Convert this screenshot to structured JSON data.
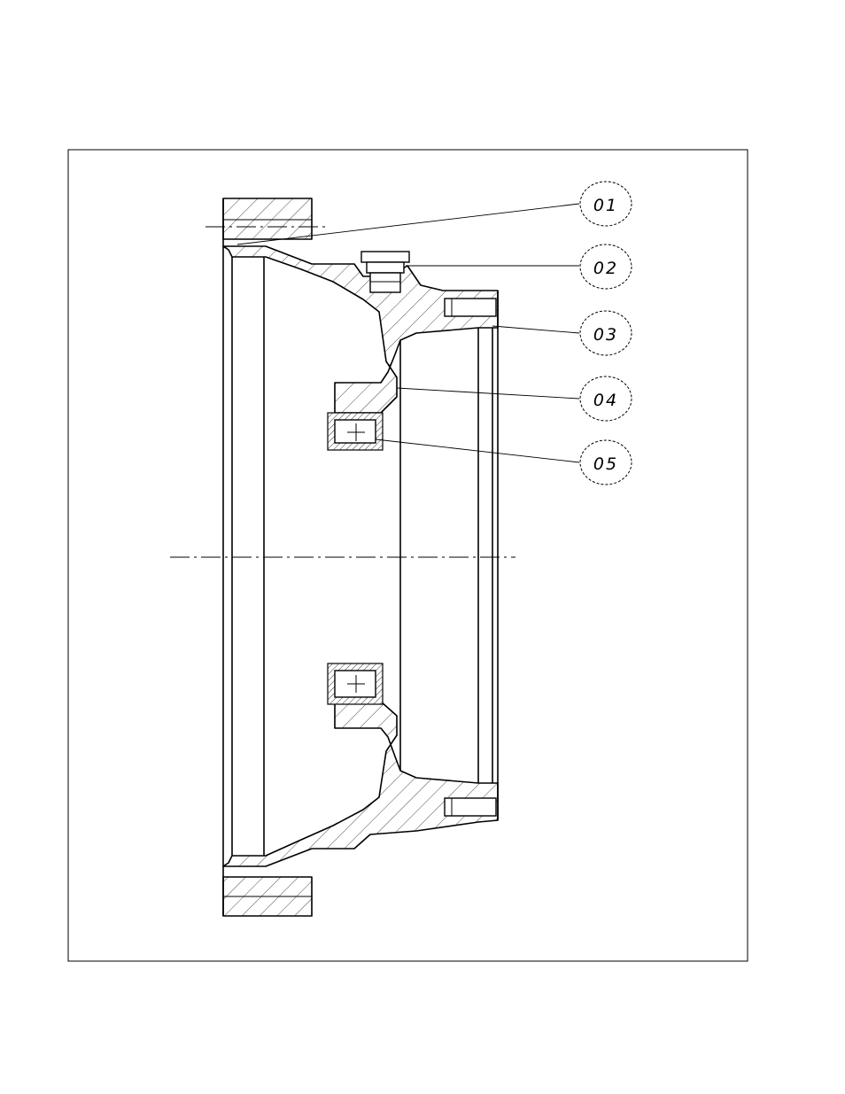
{
  "callouts": [
    {
      "label": "01"
    },
    {
      "label": "02"
    },
    {
      "label": "03"
    },
    {
      "label": "04"
    },
    {
      "label": "05"
    }
  ]
}
